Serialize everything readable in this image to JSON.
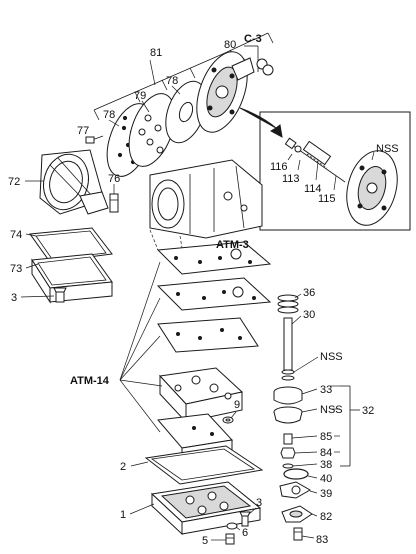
{
  "labels": {
    "n81": "81",
    "n80": "80",
    "c3": "C-3",
    "n78a": "78",
    "n78b": "78",
    "n79": "79",
    "n77": "77",
    "n76": "76",
    "n72": "72",
    "nss_top": "NSS",
    "n116": "116",
    "n113": "113",
    "n114": "114",
    "n115": "115",
    "atm3": "ATM-3",
    "n74": "74",
    "n73": "73",
    "n3a": "3",
    "n36": "36",
    "n30": "30",
    "atm14": "ATM-14",
    "nss_mid1": "NSS",
    "n33": "33",
    "nss_mid2": "NSS",
    "n32": "32",
    "n9": "9",
    "n85": "85",
    "n84": "84",
    "n38": "38",
    "n2": "2",
    "n40": "40",
    "n39": "39",
    "n1": "1",
    "n3b": "3",
    "n82": "82",
    "n6": "6",
    "n5": "5",
    "n83": "83"
  },
  "colors": {
    "ink": "#1a1a1a",
    "paper": "#ffffff",
    "shade": "#d9d9d9"
  }
}
